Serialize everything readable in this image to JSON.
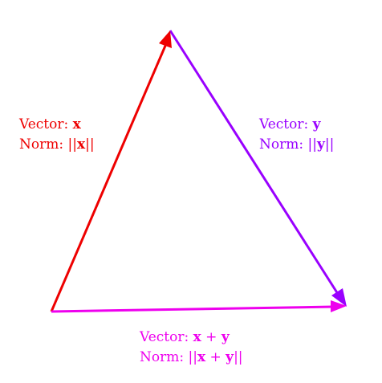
{
  "colors": {
    "x": "#ee0000",
    "y": "#9900ff",
    "sum": "#ee00ee"
  },
  "vectors": {
    "x": {
      "line1_prefix": "Vector: ",
      "line1_symbol": "x",
      "line2_prefix": "Norm: ",
      "line2_open": "||",
      "line2_symbol": "x",
      "line2_close": "||"
    },
    "y": {
      "line1_prefix": "Vector: ",
      "line1_symbol": "y",
      "line2_prefix": "Norm: ",
      "line2_open": "||",
      "line2_symbol": "y",
      "line2_close": "||"
    },
    "sum": {
      "line1_prefix": "Vector: ",
      "line1_a": "x",
      "line1_op": " + ",
      "line1_b": "y",
      "line2_prefix": "Norm: ",
      "line2_open": "||",
      "line2_a": "x",
      "line2_op": " + ",
      "line2_b": "y",
      "line2_close": "||"
    }
  }
}
